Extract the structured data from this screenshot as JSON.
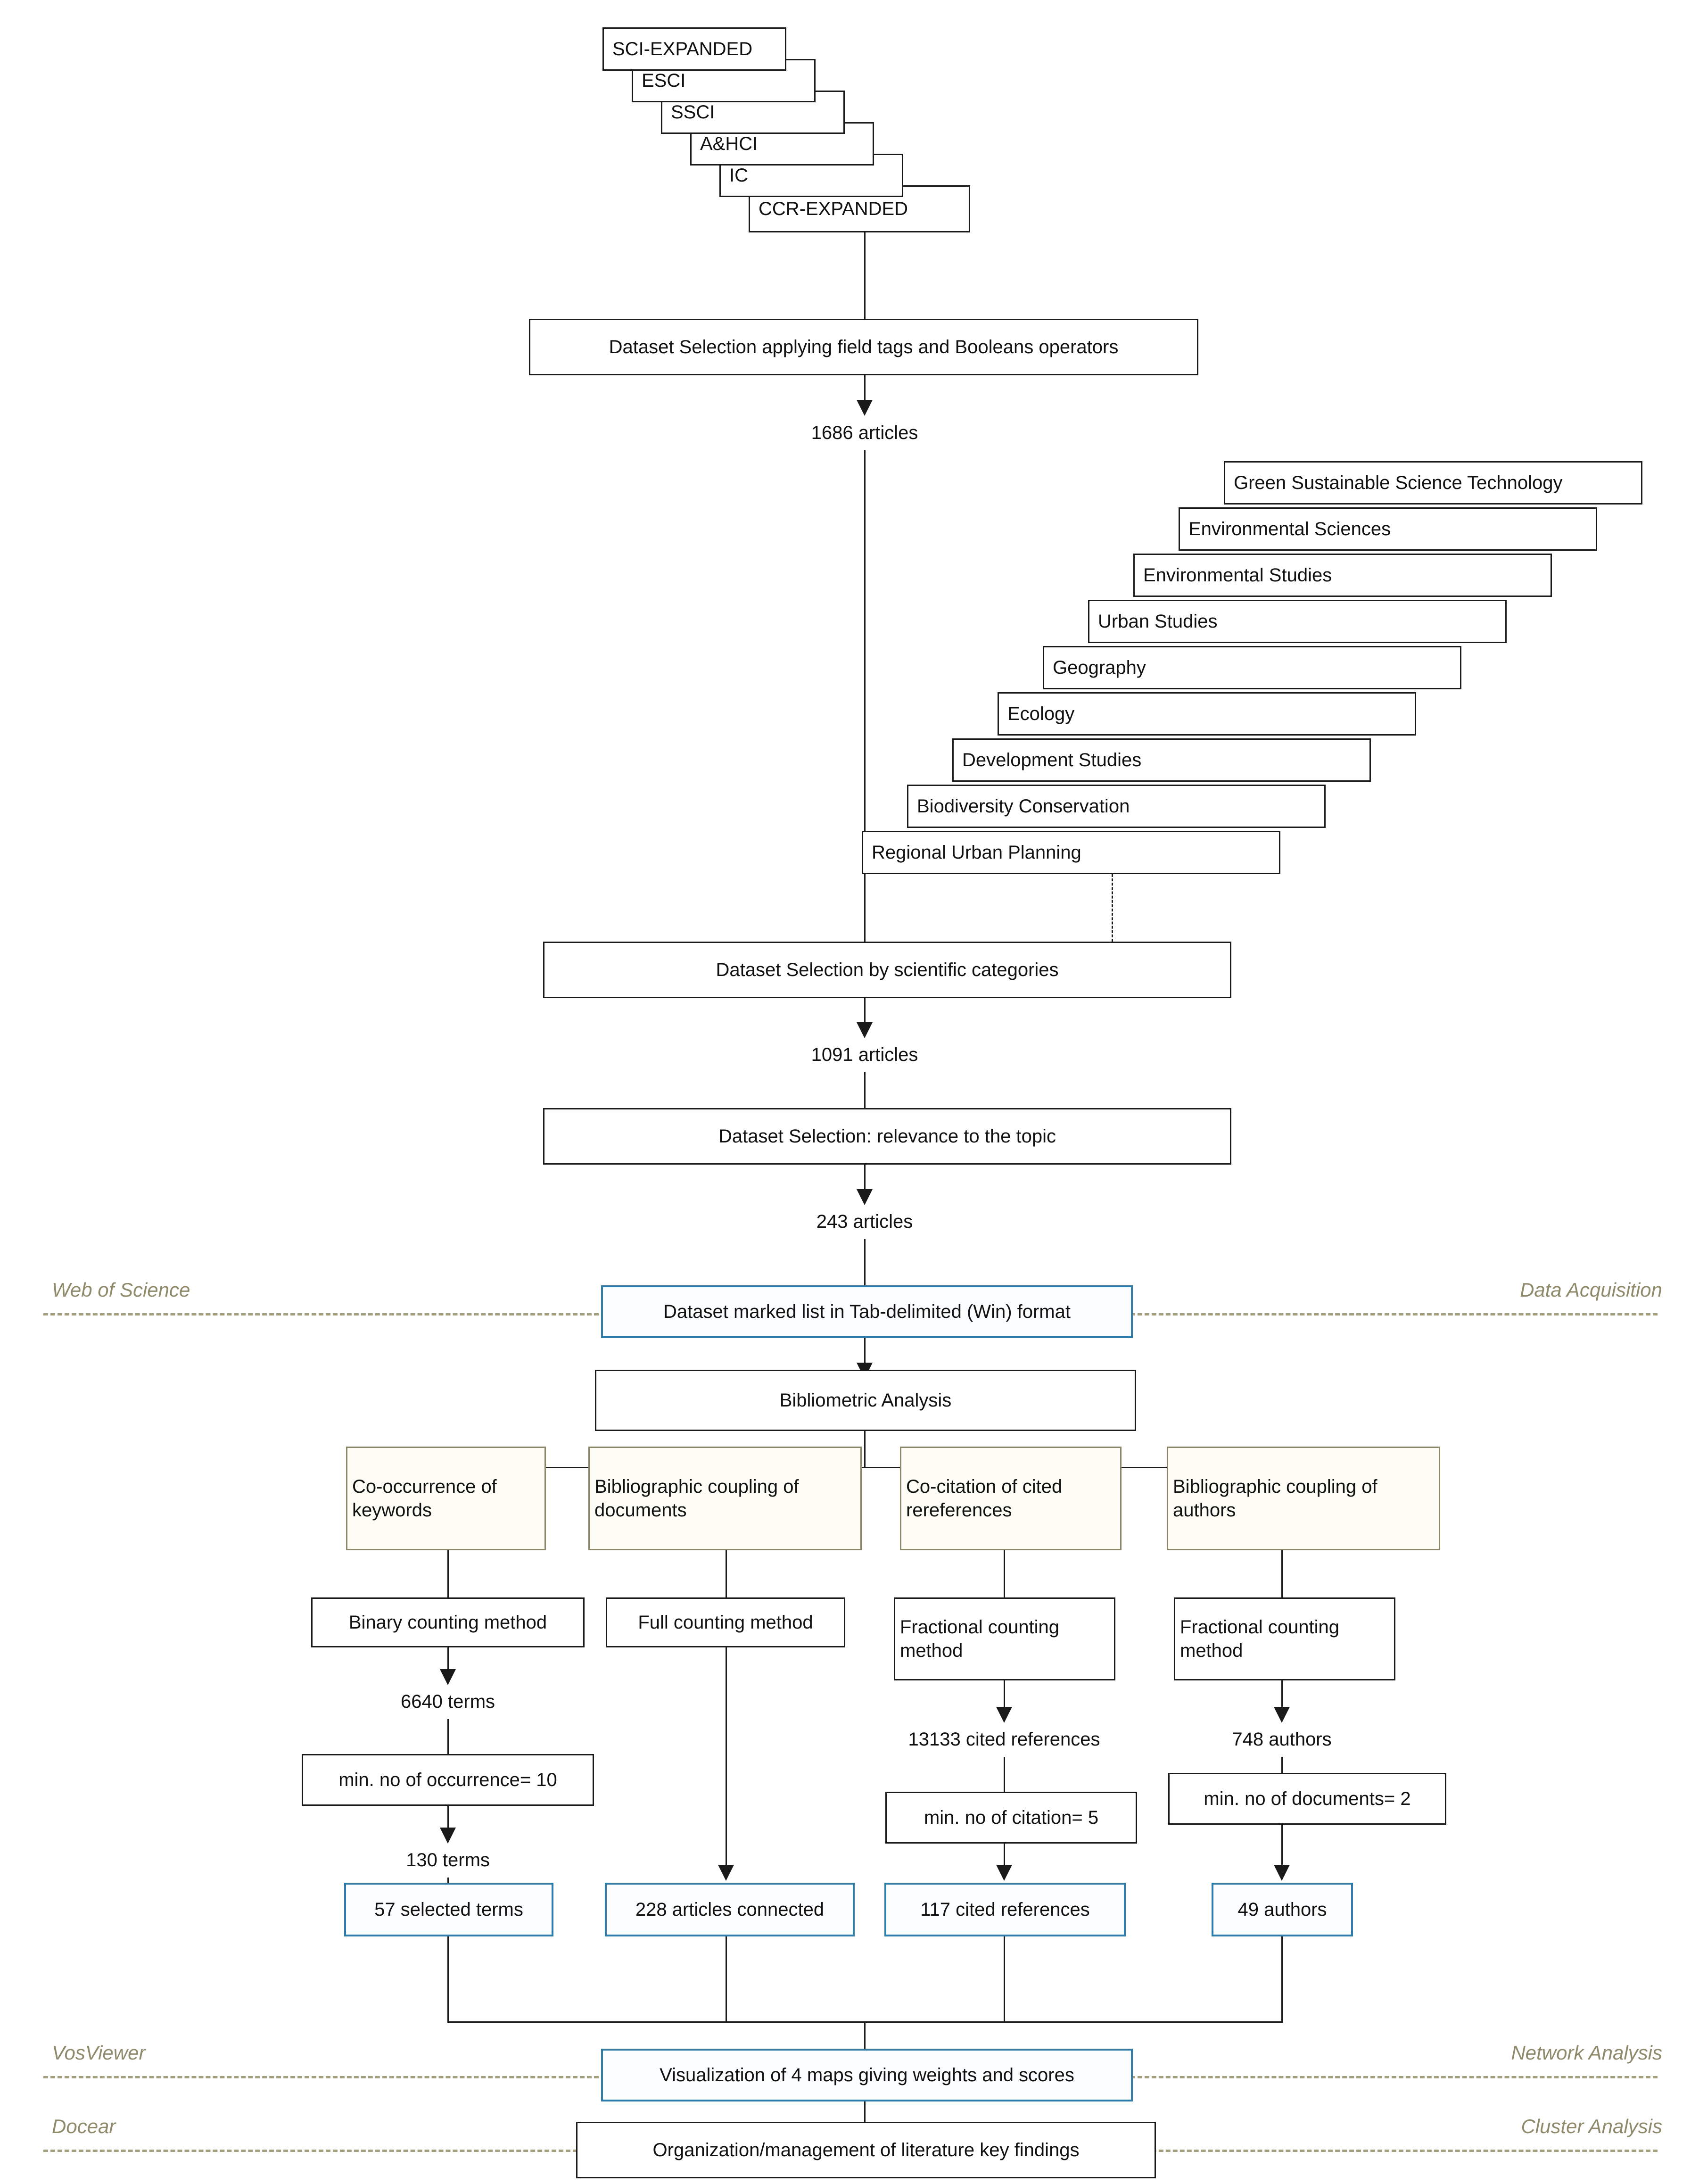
{
  "diagram": {
    "title": "Bibliometric analysis methodology flowchart",
    "colors": {
      "line": "#1a1a1a",
      "olive_border": "#8a8667",
      "blue_border": "#2f7cab",
      "swimlane": "#a39e7c",
      "swimlabel_text": "#8f8a6c",
      "box_fill": "#ffffff"
    }
  },
  "databases": {
    "items": [
      {
        "label": "SCI-EXPANDED"
      },
      {
        "label": "ESCI"
      },
      {
        "label": "SSCI"
      },
      {
        "label": "A&HCI"
      },
      {
        "label": "IC"
      },
      {
        "label": "CCR-EXPANDED"
      }
    ]
  },
  "categories": {
    "items": [
      {
        "label": "Green Sustainable Science Technology"
      },
      {
        "label": "Environmental Sciences"
      },
      {
        "label": "Environmental Studies"
      },
      {
        "label": "Urban Studies"
      },
      {
        "label": "Geography"
      },
      {
        "label": "Ecology"
      },
      {
        "label": "Development Studies"
      },
      {
        "label": "Biodiversity Conservation"
      },
      {
        "label": "Regional Urban Planning"
      }
    ]
  },
  "process": {
    "step_field_tags": "Dataset Selection applying field tags and Booleans operators",
    "count_1686": "1686 articles",
    "step_scientific_categories": "Dataset Selection by scientific categories",
    "count_1091": "1091 articles",
    "step_relevance": "Dataset Selection: relevance to the topic",
    "count_243": "243 articles",
    "step_marked_list": "Dataset marked list in Tab-delimited (Win) format",
    "step_bibliometric_analysis": "Bibliometric Analysis",
    "step_visualization": "Visualization of 4 maps giving weights and scores",
    "step_organization": "Organization/management of literature key findings"
  },
  "branches": [
    {
      "analysis": "Co-occurrence of keywords",
      "method": "Binary counting method",
      "intermediate_count": "6640 terms",
      "threshold": "min. no of occurrence= 10",
      "second_count": "130 terms",
      "result": "57 selected terms"
    },
    {
      "analysis": "Bibliographic coupling of documents",
      "method": "Full counting method",
      "intermediate_count": "",
      "threshold": "",
      "second_count": "",
      "result": "228 articles connected"
    },
    {
      "analysis": "Co-citation of cited rereferences",
      "method": "Fractional counting method",
      "intermediate_count": "13133 cited references",
      "threshold": "min. no of citation= 5",
      "second_count": "",
      "result": "117 cited references"
    },
    {
      "analysis": "Bibliographic coupling of authors",
      "method": "Fractional counting method",
      "intermediate_count": "748 authors",
      "threshold": "min. no of documents= 2",
      "second_count": "",
      "result": "49 authors"
    }
  ],
  "swimlanes": [
    {
      "left": "Web of Science",
      "right": "Data Acquisition"
    },
    {
      "left": "VosViewer",
      "right": "Network Analysis"
    },
    {
      "left": "Docear",
      "right": "Cluster Analysis"
    }
  ]
}
